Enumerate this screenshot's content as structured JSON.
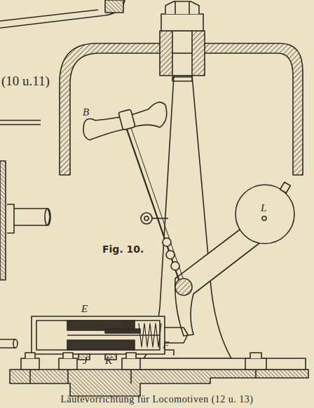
{
  "diagram": {
    "caption": "Läutevorrichtung für Locomotiven (12 u. 13)",
    "labels": [
      "(10 u.11)",
      "B",
      "Fig. 10.",
      "L",
      "E",
      "G",
      "F",
      "J",
      "K"
    ]
  }
}
